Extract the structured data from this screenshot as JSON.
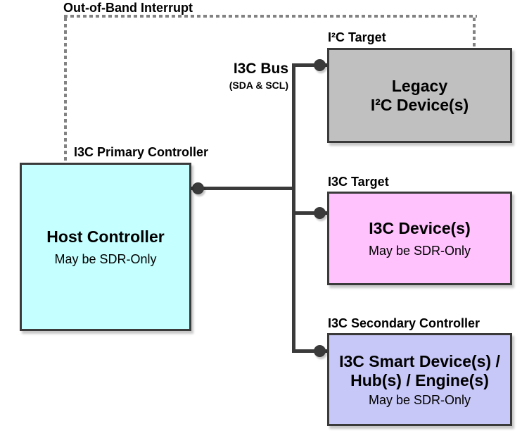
{
  "diagram": {
    "oob_label": "Out-of-Band Interrupt",
    "bus": {
      "title": "I3C Bus",
      "subtitle": "(SDA & SCL)"
    },
    "nodes": {
      "host": {
        "tag": "I3C Primary Controller",
        "title": "Host Controller",
        "subtitle": "May be SDR-Only",
        "fill": "#C5FFFF"
      },
      "legacy": {
        "tag": "I²C Target",
        "title_line1": "Legacy",
        "title_line2": "I²C Device(s)",
        "fill": "#C0C0C0"
      },
      "i3c_device": {
        "tag": "I3C Target",
        "title": "I3C Device(s)",
        "subtitle": "May be SDR-Only",
        "fill": "#FFC2FD"
      },
      "secondary": {
        "tag": "I3C Secondary Controller",
        "title_line1": "I3C Smart Device(s) /",
        "title_line2": "Hub(s) / Engine(s)",
        "subtitle": "May be SDR-Only",
        "fill": "#C8C8F8"
      }
    },
    "colors": {
      "bus_line": "#3A3A3A",
      "dashed_line": "#828282",
      "background": "#FFFFFF"
    }
  }
}
